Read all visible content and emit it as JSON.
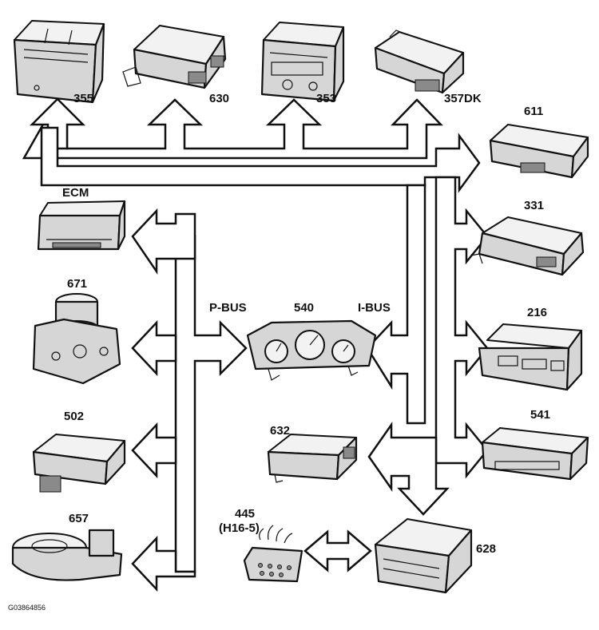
{
  "labels": {
    "m355": "355",
    "m630": "630",
    "m353": "353",
    "m357dk": "357DK",
    "m611": "611",
    "m331": "331",
    "mecm": "ECM",
    "m671": "671",
    "m216": "216",
    "m540": "540",
    "m502": "502",
    "m632": "632",
    "m541": "541",
    "m657": "657",
    "m445": "445",
    "m445sub": "(H16-5)",
    "m628": "628"
  },
  "buses": {
    "pbus": "P-BUS",
    "ibus": "I-BUS"
  },
  "figure_id": "G03864856",
  "colors": {
    "line": "#111111",
    "module_fill": "#d6d6d6",
    "module_top": "#f2f2f2",
    "arrow_fill": "#ffffff"
  }
}
